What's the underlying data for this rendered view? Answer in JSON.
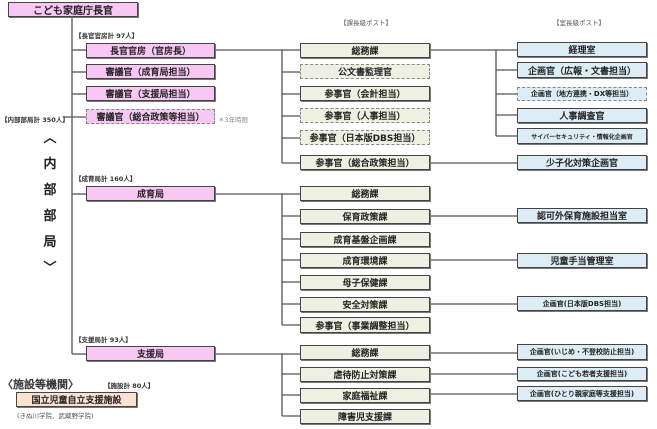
{
  "top": "こども家庭庁長官",
  "headers": {
    "section": "【課長級ポスト】",
    "office": "【室長級ポスト】"
  },
  "counts": {
    "internal": "【内部部局計 350人】",
    "secretariat": "【長官官房計 97人】",
    "seiiku": "【成育局計 160人】",
    "shien": "【支援局計 93人】",
    "facility": "【施設計 80人】"
  },
  "internal_vertical": [
    "︿",
    "内",
    "部",
    "部",
    "局",
    "﹀"
  ],
  "left": [
    "長官官房（官房長）",
    "審議官（成育局担当）",
    "審議官（支援局担当）",
    "審議官（総合政策等担当）"
  ],
  "time_limited": "＊3年時限",
  "secretariat_mid": [
    "総務課",
    "公文書監理官",
    "参事官（会計担当）",
    "参事官（人事担当）",
    "参事官（日本版DBS担当）",
    "参事官（総合政策担当）"
  ],
  "secretariat_right": [
    "経理室",
    "企画官（広報・文書担当）",
    "企画官（地方連携・DX等担当）",
    "人事調査官",
    "サイバーセキュリティ・情報化企画官",
    "少子化対策企画官"
  ],
  "seiiku": "成育局",
  "seiiku_mid": [
    "総務課",
    "保育政策課",
    "成育基盤企画課",
    "成育環境課",
    "母子保健課",
    "安全対策課",
    "参事官（事業調整担当）"
  ],
  "seiiku_right": [
    "認可外保育施設担当室",
    "児童手当管理室",
    "企画官(日本版DBS担当)"
  ],
  "shien": "支援局",
  "shien_mid": [
    "総務課",
    "虐待防止対策課",
    "家庭福祉課",
    "障害児支援課"
  ],
  "shien_right": [
    "企画官(いじめ・不登校防止担当)",
    "企画官(こども若者支援担当)",
    "企画官(ひとり親家庭等支援担当)"
  ],
  "facility": {
    "title": "〈施設等機関〉",
    "box": "国立児童自立支援施設",
    "note": "(きぬ川学院、武蔵野学院)"
  }
}
